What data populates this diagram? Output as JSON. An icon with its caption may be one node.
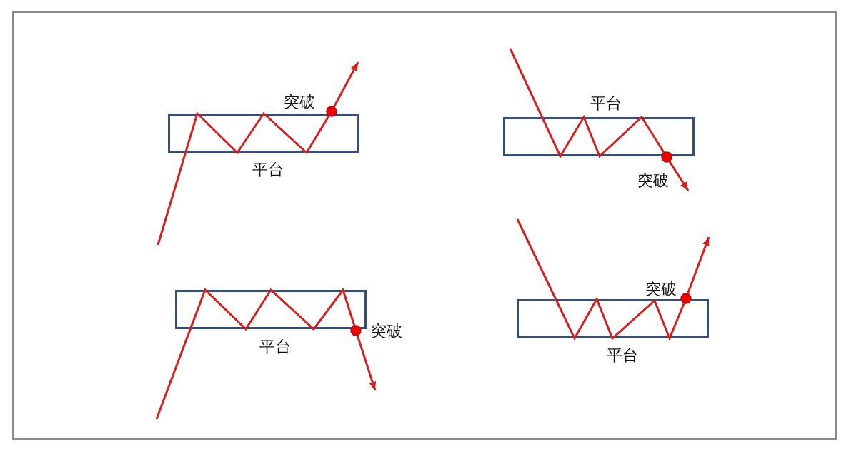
{
  "diagram": {
    "nodes": [
      {
        "text": [
          "平台"
        ],
        "beside": [
          "突破"
        ]
      },
      {
        "text": [
          "平台"
        ],
        "beside": [
          "突破"
        ]
      },
      {
        "text": [
          "平台"
        ],
        "beside": [
          "突破"
        ]
      },
      {
        "text": [
          "平台"
        ],
        "beside": [
          "突破"
        ]
      }
    ]
  }
}
